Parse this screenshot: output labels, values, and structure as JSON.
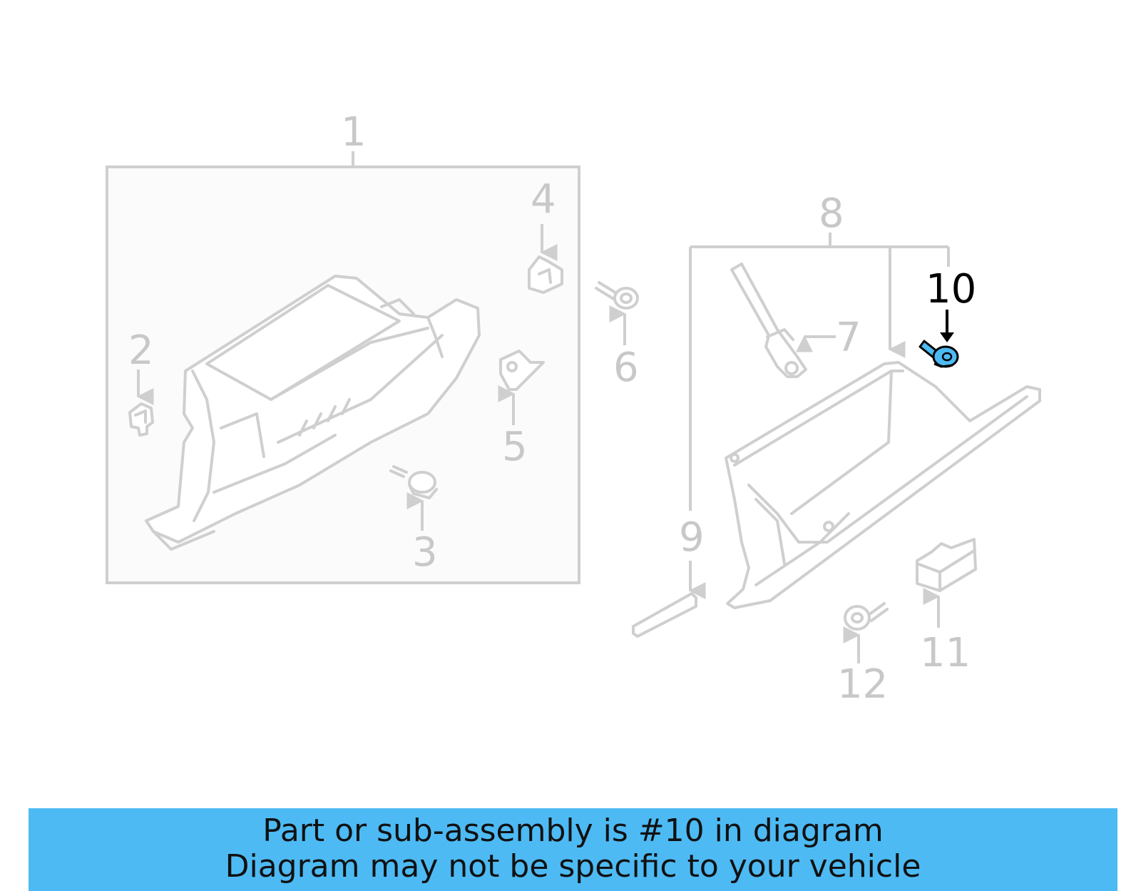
{
  "callouts": {
    "c1": "1",
    "c2": "2",
    "c3": "3",
    "c4": "4",
    "c5": "5",
    "c6": "6",
    "c7": "7",
    "c8": "8",
    "c9": "9",
    "c10": "10",
    "c11": "11",
    "c12": "12"
  },
  "highlighted_part": "10",
  "colors": {
    "highlight": "#4dbaf4",
    "outline": "#cfcfcf",
    "banner": "#4dbaf4"
  },
  "banner": {
    "line1": "Part or sub-assembly is #10 in diagram",
    "line2": "Diagram may not be specific to your vehicle"
  }
}
